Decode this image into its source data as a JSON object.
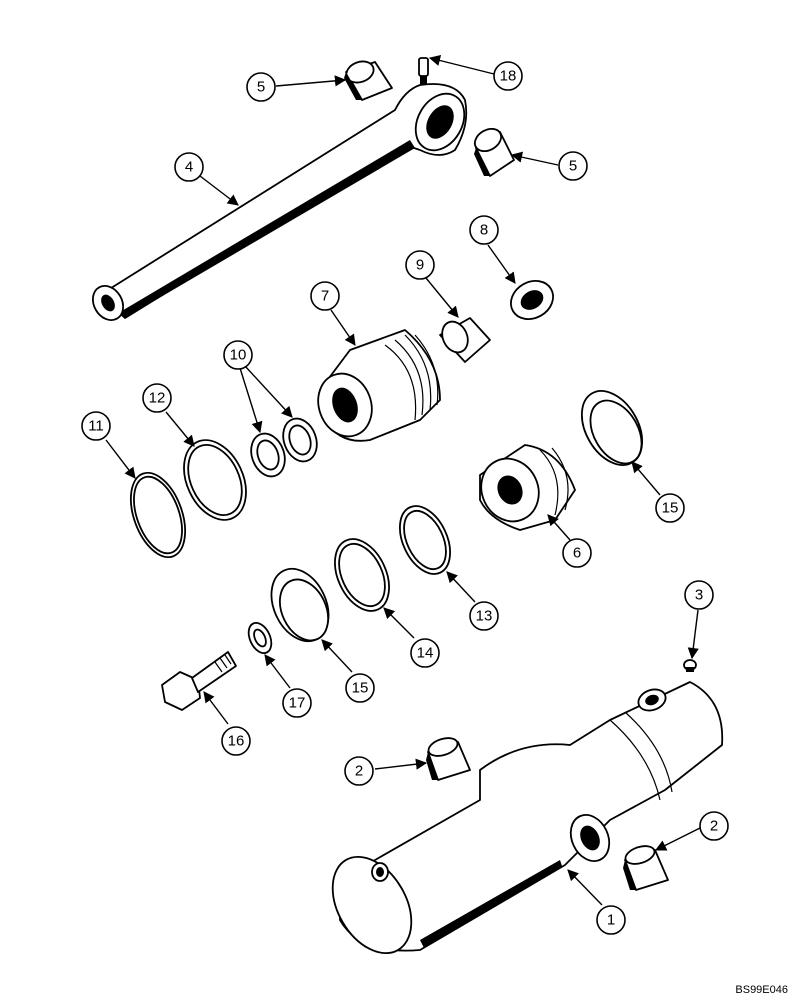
{
  "callouts": [
    {
      "id": "c18",
      "label": "18"
    },
    {
      "id": "c5a",
      "label": "5"
    },
    {
      "id": "c5b",
      "label": "5"
    },
    {
      "id": "c4",
      "label": "4"
    },
    {
      "id": "c8",
      "label": "8"
    },
    {
      "id": "c9",
      "label": "9"
    },
    {
      "id": "c7",
      "label": "7"
    },
    {
      "id": "c10",
      "label": "10"
    },
    {
      "id": "c11",
      "label": "11"
    },
    {
      "id": "c12",
      "label": "12"
    },
    {
      "id": "c15a",
      "label": "15"
    },
    {
      "id": "c6",
      "label": "6"
    },
    {
      "id": "c13",
      "label": "13"
    },
    {
      "id": "c14",
      "label": "14"
    },
    {
      "id": "c15b",
      "label": "15"
    },
    {
      "id": "c17",
      "label": "17"
    },
    {
      "id": "c16",
      "label": "16"
    },
    {
      "id": "c3",
      "label": "3"
    },
    {
      "id": "c2a",
      "label": "2"
    },
    {
      "id": "c2b",
      "label": "2"
    },
    {
      "id": "c1",
      "label": "1"
    }
  ],
  "drawing_code": "BS99E046"
}
